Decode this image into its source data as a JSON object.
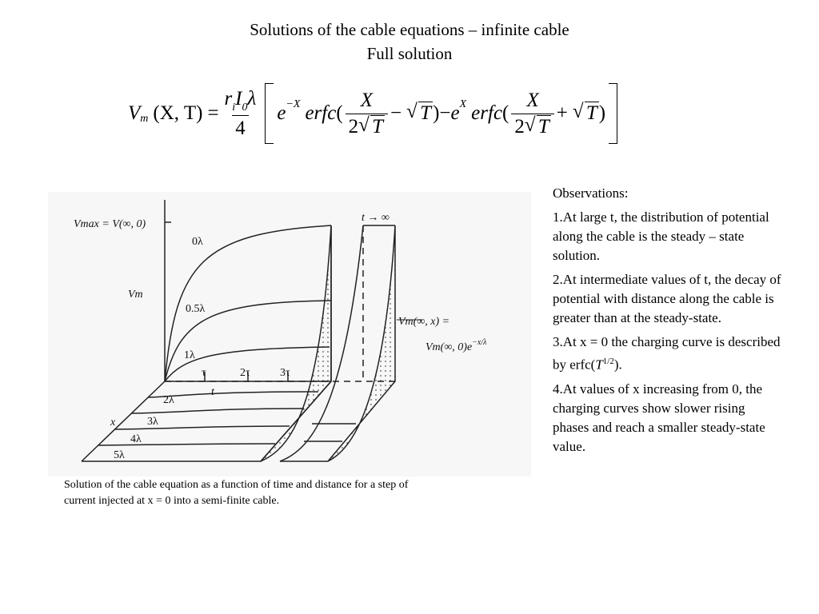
{
  "title": {
    "line1": "Solutions of the cable equations – infinite cable",
    "line2": "Full solution"
  },
  "equation": {
    "lhs_v": "V",
    "lhs_sub": "m",
    "lhs_args": "(X, T)",
    "equals": "=",
    "coef_num": "r",
    "coef_num_sub": "i",
    "coef_num_rest": "I",
    "coef_num_rest_sub": "0",
    "coef_lambda": "λ",
    "coef_den": "4",
    "term1_e": "e",
    "term1_exp": "−X",
    "erfc": "erfc",
    "open_paren": "(",
    "frac_num": "X",
    "frac_den_2": "2",
    "sqrt_T": "T",
    "minus": "−",
    "plus": "+",
    "close_paren": ")",
    "term2_e": "e",
    "term2_exp": "X"
  },
  "figure": {
    "vmax_label": "Vmax = V(∞, 0)",
    "vm_label": "Vm",
    "curve_labels": [
      "0λ",
      "0.5λ",
      "1λ",
      "2λ",
      "3λ",
      "4λ",
      "5λ"
    ],
    "tau_labels": [
      "τ",
      "2τ",
      "3τ"
    ],
    "t_label": "t",
    "x_label": "x",
    "t_inf_label": "t → ∞",
    "steady_label_1": "Vm(∞, x) =",
    "steady_label_2": "Vm(∞, 0)e",
    "steady_label_exp": "−x/λ"
  },
  "caption": "Solution of the cable equation as a function of time and distance for a step of current injected at x = 0 into a semi-finite cable.",
  "observations": {
    "heading": "Observations:",
    "items": [
      "1.At large t, the distribution of potential along the cable is the steady – state solution.",
      "2.At intermediate values of t, the decay of potential with distance along the cable is greater than at the steady-state.",
      "3.At x = 0 the charging curve is described by erfc(",
      "4.At values of x increasing from 0, the charging curves show slower rising phases and reach a smaller steady-state value."
    ],
    "item3_T": "T",
    "item3_exp": "1/2",
    "item3_end": ")."
  }
}
